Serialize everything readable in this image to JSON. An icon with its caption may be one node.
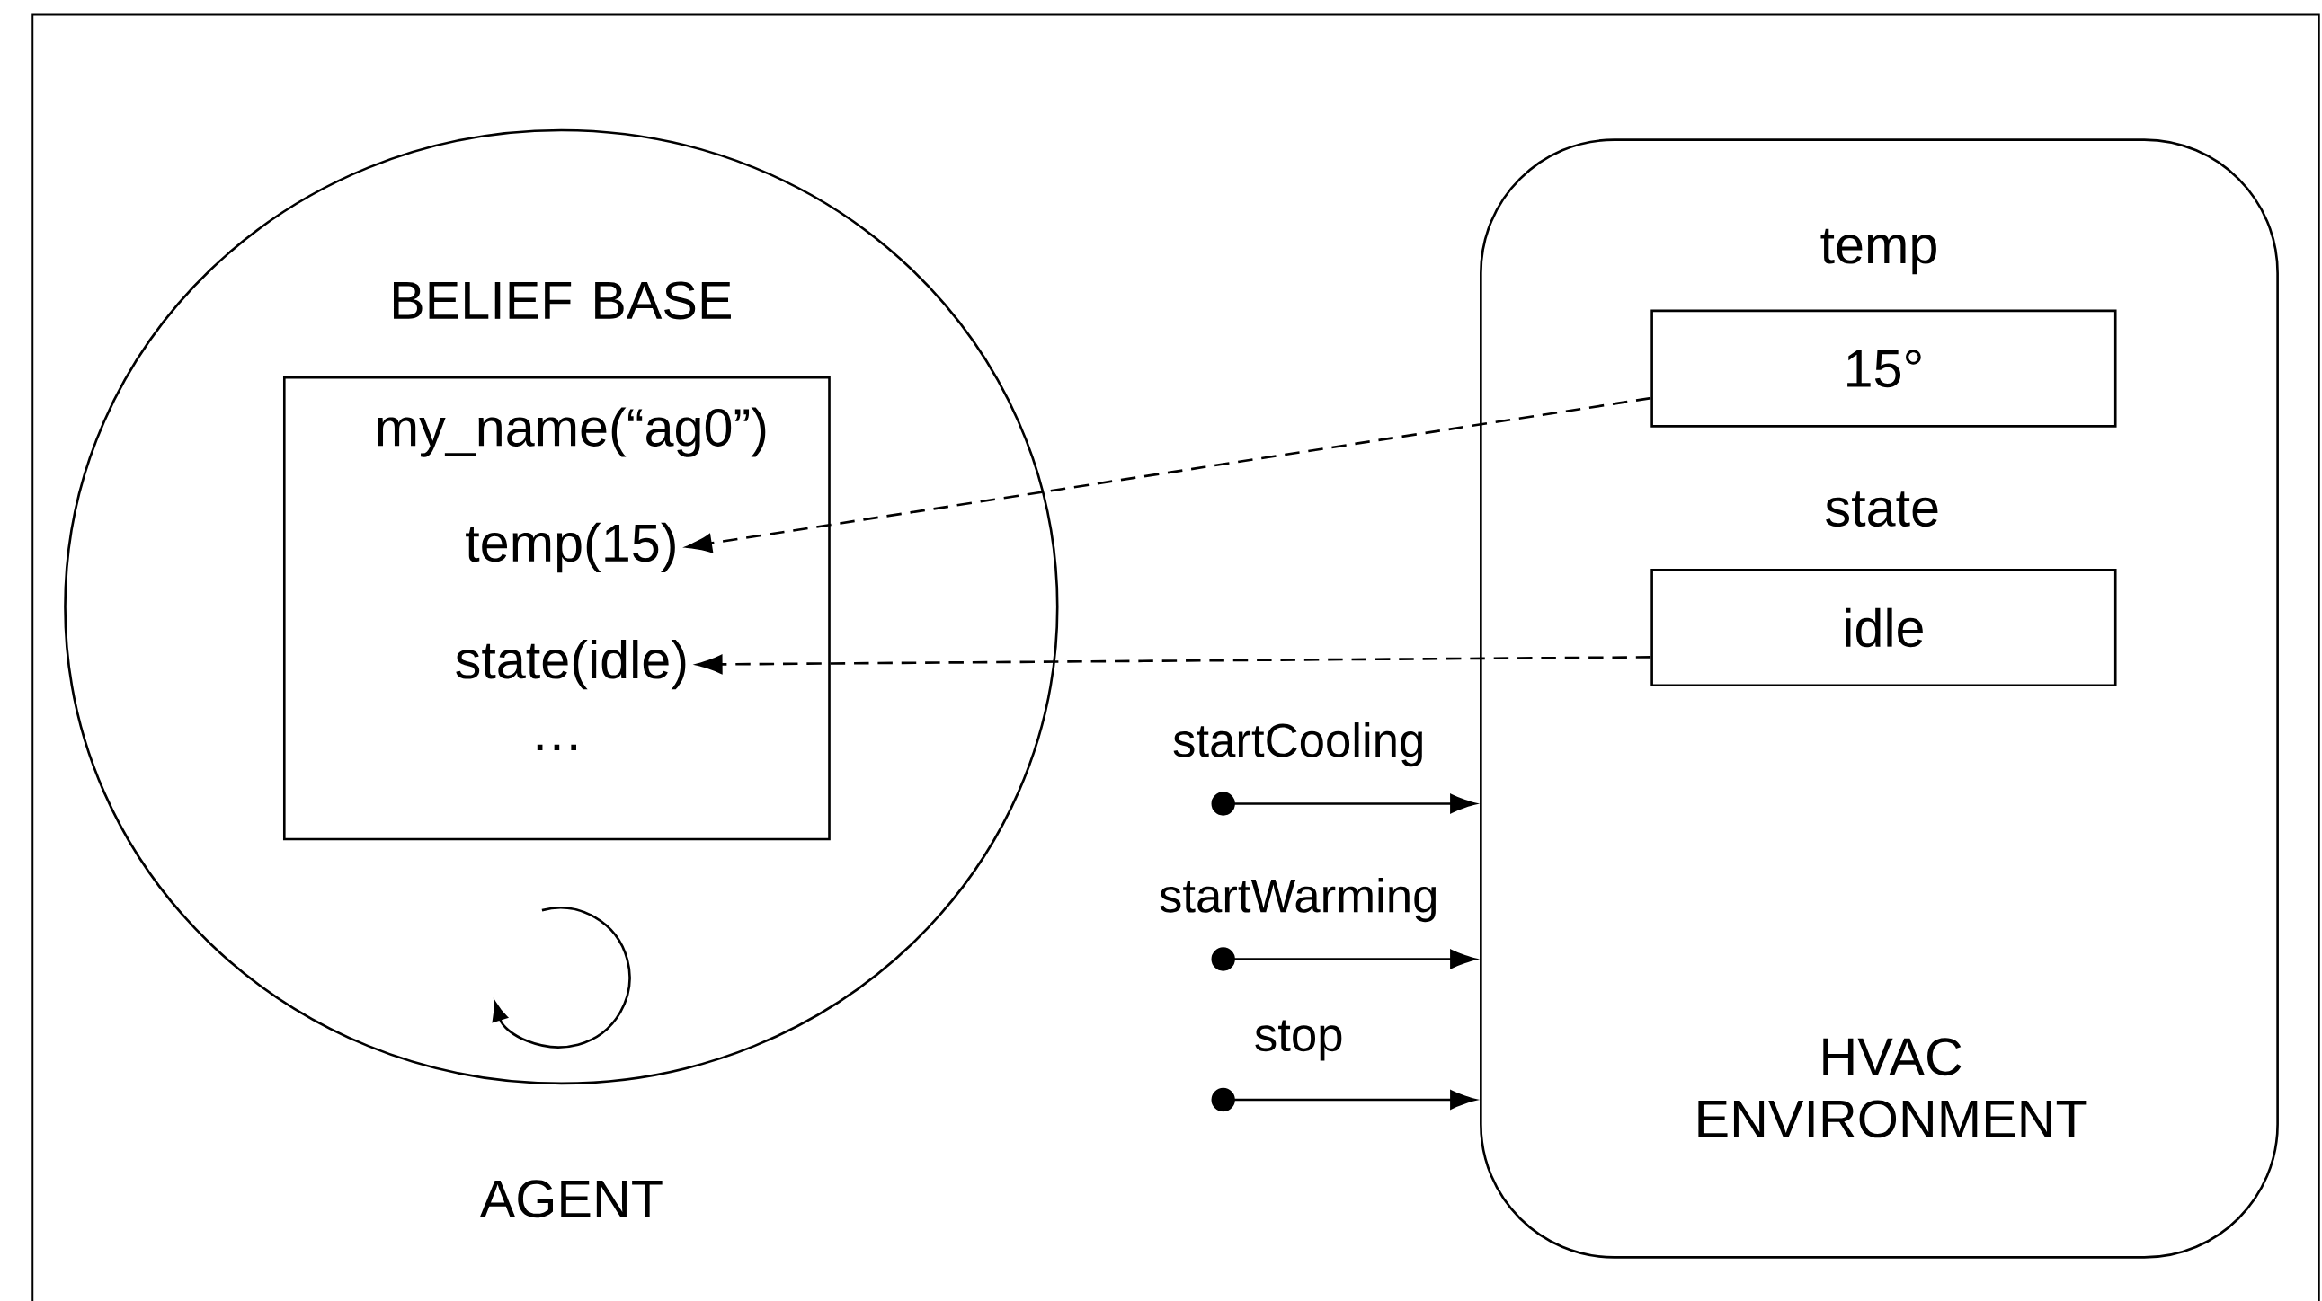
{
  "diagram": {
    "nodes": [
      {
        "text": [
          "AGENT"
        ]
      },
      {
        "text": [
          "BELIEF BASE"
        ],
        "in": 0
      },
      {
        "text": [
          "my_name(“ag0”)"
        ],
        "in": 1
      },
      {
        "text": [
          "temp(15)"
        ],
        "in": 1
      },
      {
        "text": [
          "state(idle)"
        ],
        "in": 1
      },
      {
        "text": [
          "…"
        ],
        "in": 1
      },
      {
        "text": [
          "HVAC ENVIRONMENT"
        ]
      },
      {
        "text": [
          "temp",
          "15°"
        ],
        "in": 6
      },
      {
        "text": [
          "state",
          "idle"
        ],
        "in": 6
      }
    ],
    "edges": [
      {
        "from": 7,
        "to": 3,
        "arrow": "to",
        "style": "dashed"
      },
      {
        "from": 8,
        "to": 4,
        "arrow": "to",
        "style": "dashed"
      },
      {
        "from": null,
        "to": 6,
        "arrow": "to",
        "label": "startCooling"
      },
      {
        "from": null,
        "to": 6,
        "arrow": "to",
        "label": "startWarming"
      },
      {
        "from": null,
        "to": 6,
        "arrow": "to",
        "label": "stop"
      }
    ]
  }
}
